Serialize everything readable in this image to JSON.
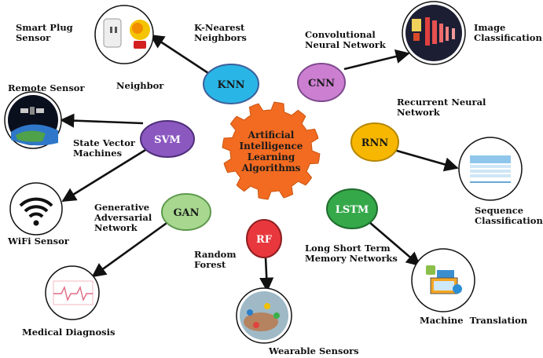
{
  "center": {
    "lines": [
      "Artificial",
      "Intelligence",
      "Learning",
      "Algorithms"
    ],
    "color": "#f26b21"
  },
  "nodes": {
    "knn": {
      "abbr": "KNN",
      "fill": "#29b6e6"
    },
    "cnn": {
      "abbr": "CNN",
      "fill": "#cc7fd0"
    },
    "svm": {
      "abbr": "SVM",
      "fill": "#8b58c0"
    },
    "rnn": {
      "abbr": "RNN",
      "fill": "#f7b700"
    },
    "gan": {
      "abbr": "GAN",
      "fill": "#a8d890"
    },
    "lstm": {
      "abbr": "LSTM",
      "fill": "#35a84a"
    },
    "rf": {
      "abbr": "RF",
      "fill": "#e8383d"
    }
  },
  "algorithm_labels": {
    "knn": "K-Nearest\nNeighbors",
    "cnn": "Convolutional\nNeural Network",
    "svm": "State Vector\nMachines",
    "rnn": "Recurrent Neural\nNetwork",
    "gan": "Generative\nAdversarial\nNetwork",
    "lstm": "Long Short Term\nMemory Networks",
    "rf": "Random\nForest"
  },
  "application_labels": {
    "smart_plug": "Smart Plug\nSensor",
    "neighbor": "Neighbor",
    "image_classification": "Image\nClassification",
    "remote_sensor": "Remote Sensor",
    "sequence_classification": "Sequence\nClassification",
    "wifi_sensor": "WiFi Sensor",
    "medical_diagnosis": "Medical Diagnosis",
    "machine_translation": "Machine  Translation",
    "wearable_sensors": "Wearable Sensors"
  }
}
